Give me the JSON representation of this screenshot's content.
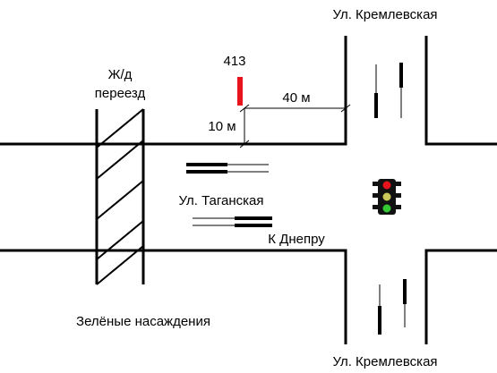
{
  "labels": {
    "street_top": "Ул. Кремлевская",
    "street_bottom": "Ул. Кремлевская",
    "street_main": "Ул. Таганская",
    "railway_line1": "Ж/д",
    "railway_line2": "переезд",
    "pole_number": "413",
    "distance_horizontal": "40 м",
    "distance_vertical": "10 м",
    "direction": "К Днепру",
    "green_area": "Зелёные насаждения"
  },
  "colors": {
    "roads": "#000000",
    "pole": "#e8141c",
    "signal_red": "#e8141c",
    "signal_yellow": "#c9c95a",
    "signal_green": "#34c934",
    "signal_body": "#111111"
  },
  "icons": {
    "traffic_light": "traffic-light-icon",
    "pole": "pole-marker-icon",
    "railway_crossing": "railway-crossing-icon"
  }
}
